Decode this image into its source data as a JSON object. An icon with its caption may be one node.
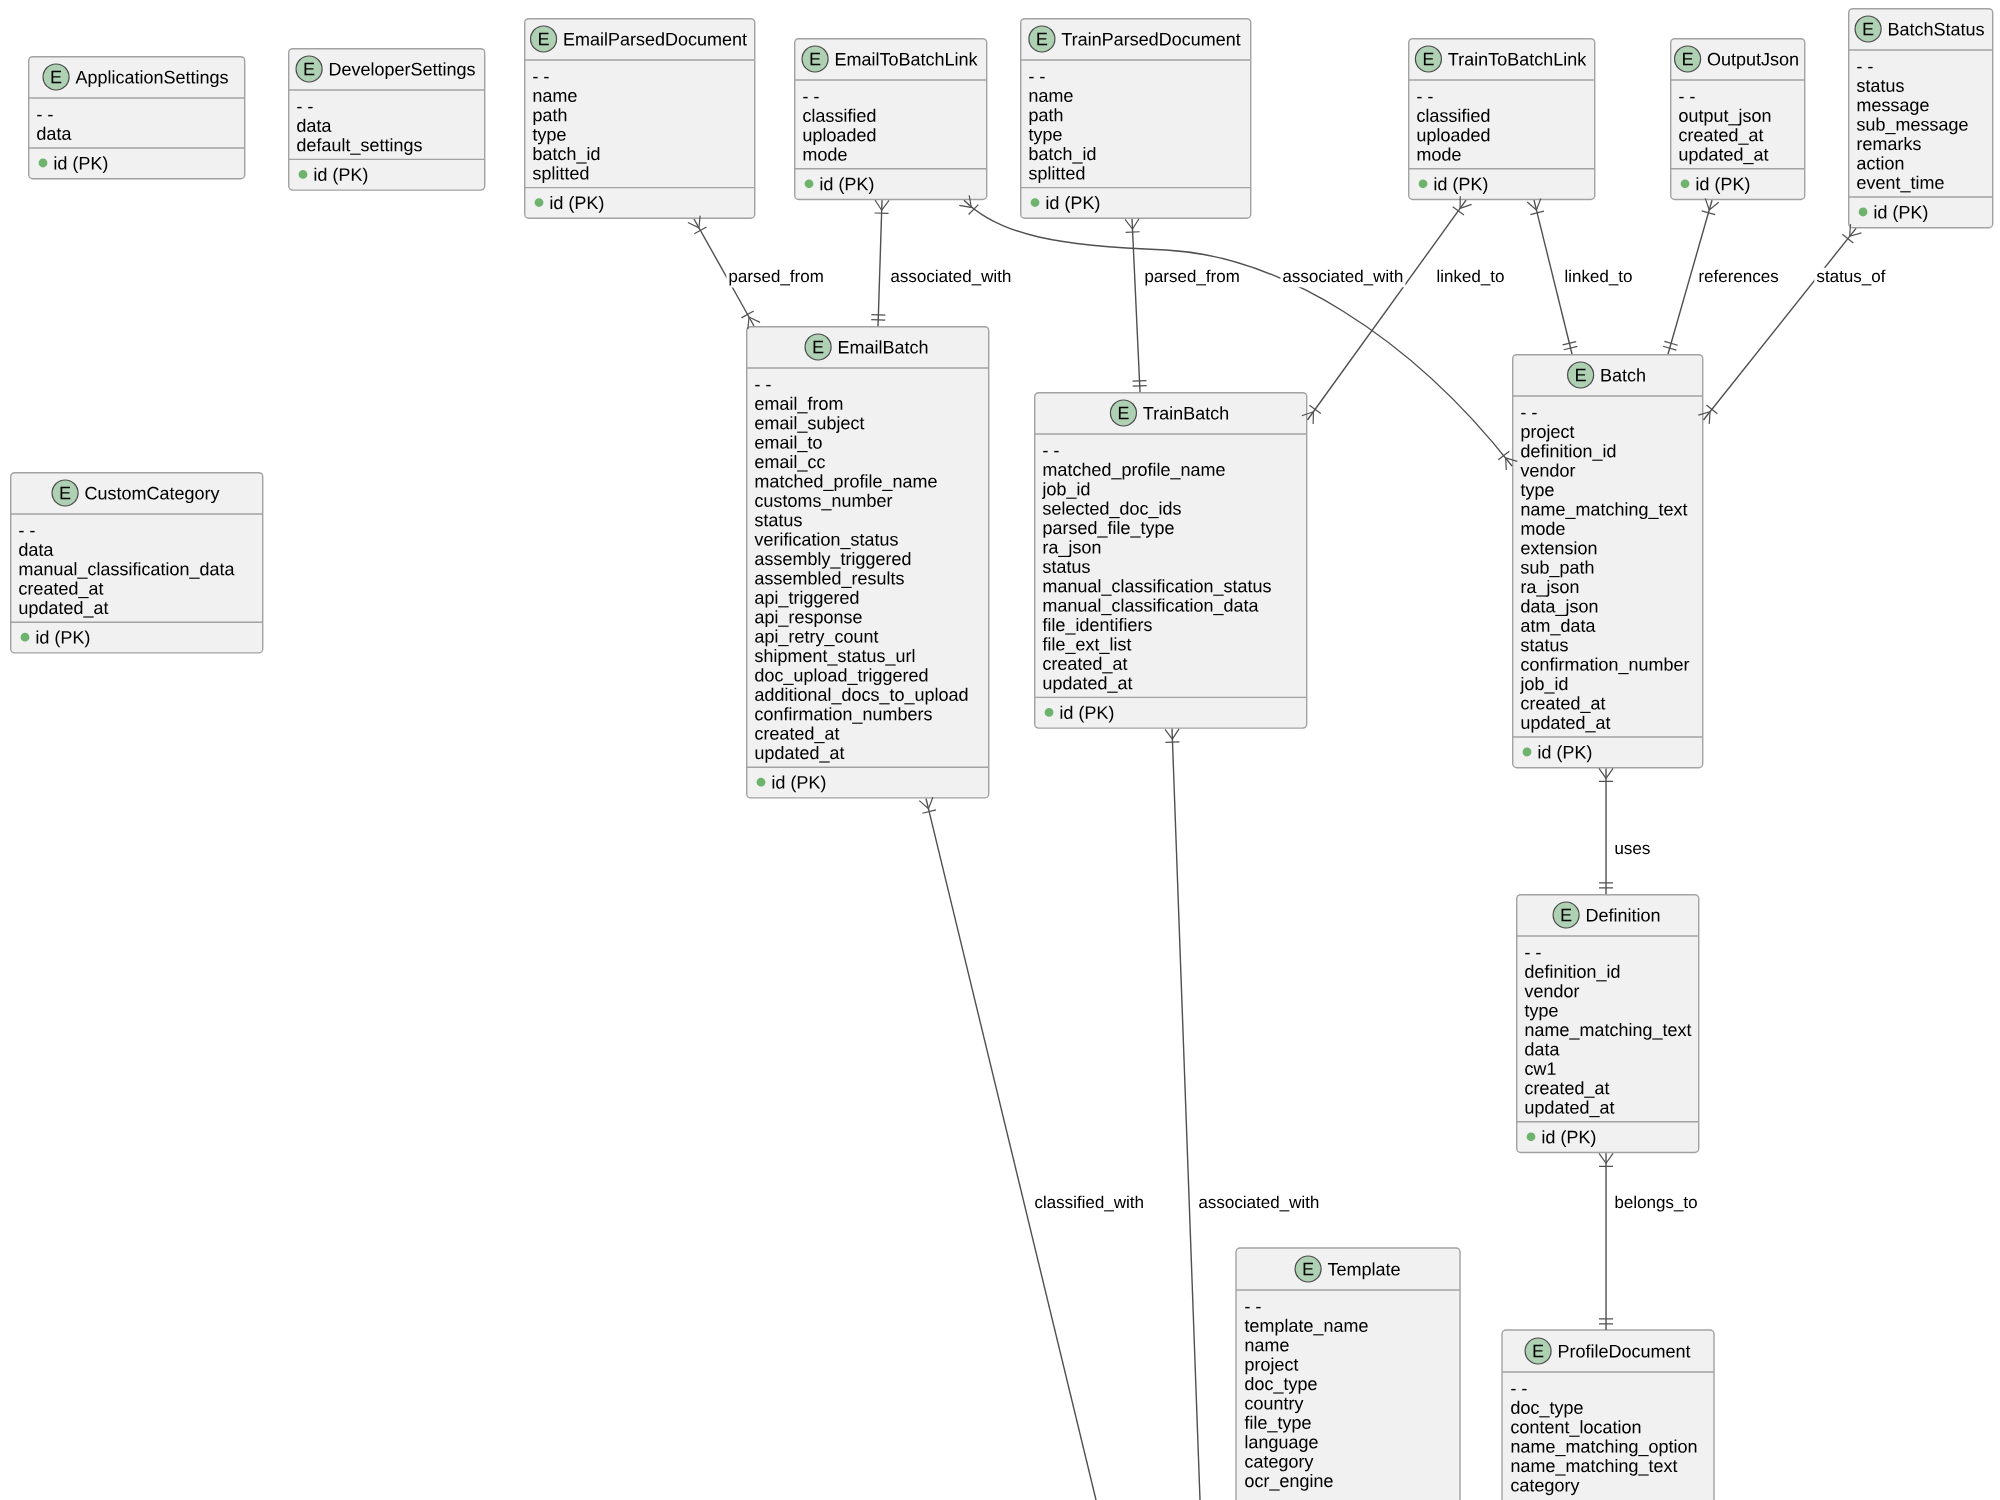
{
  "diagram": {
    "nodes": [
      {
        "text": [
          "E",
          "ApplicationSettings",
          "- -",
          "data",
          "id (PK)"
        ]
      },
      {
        "text": [
          "E",
          "DeveloperSettings",
          "- -",
          "data",
          "default_settings",
          "id (PK)"
        ]
      },
      {
        "text": [
          "E",
          "EmailParsedDocument",
          "- -",
          "name",
          "path",
          "type",
          "batch_id",
          "splitted",
          "id (PK)"
        ]
      },
      {
        "text": [
          "E",
          "EmailToBatchLink",
          "- -",
          "classified",
          "uploaded",
          "mode",
          "id (PK)"
        ]
      },
      {
        "text": [
          "E",
          "TrainParsedDocument",
          "- -",
          "name",
          "path",
          "type",
          "batch_id",
          "splitted",
          "id (PK)"
        ]
      },
      {
        "text": [
          "E",
          "TrainToBatchLink",
          "- -",
          "classified",
          "uploaded",
          "mode",
          "id (PK)"
        ]
      },
      {
        "text": [
          "E",
          "OutputJson",
          "- -",
          "output_json",
          "created_at",
          "updated_at",
          "id (PK)"
        ]
      },
      {
        "text": [
          "E",
          "BatchStatus",
          "- -",
          "status",
          "message",
          "sub_message",
          "remarks",
          "action",
          "event_time",
          "id (PK)"
        ]
      },
      {
        "text": [
          "E",
          "CustomCategory",
          "- -",
          "data",
          "manual_classification_data",
          "created_at",
          "updated_at",
          "id (PK)"
        ]
      },
      {
        "text": [
          "E",
          "EmailBatch",
          "- -",
          "email_from",
          "email_subject",
          "email_to",
          "email_cc",
          "matched_profile_name",
          "customs_number",
          "status",
          "verification_status",
          "assembly_triggered",
          "assembled_results",
          "api_triggered",
          "api_response",
          "api_retry_count",
          "shipment_status_url",
          "doc_upload_triggered",
          "additional_docs_to_upload",
          "confirmation_numbers",
          "created_at",
          "updated_at",
          "id (PK)"
        ]
      },
      {
        "text": [
          "E",
          "TrainBatch",
          "- -",
          "matched_profile_name",
          "job_id",
          "selected_doc_ids",
          "parsed_file_type",
          "ra_json",
          "status",
          "manual_classification_status",
          "manual_classification_data",
          "file_identifiers",
          "file_ext_list",
          "created_at",
          "updated_at",
          "id (PK)"
        ]
      },
      {
        "text": [
          "E",
          "Batch",
          "- -",
          "project",
          "definition_id",
          "vendor",
          "type",
          "name_matching_text",
          "mode",
          "extension",
          "sub_path",
          "ra_json",
          "data_json",
          "atm_data",
          "status",
          "confirmation_number",
          "job_id",
          "created_at",
          "updated_at",
          "id (PK)"
        ]
      },
      {
        "text": [
          "E",
          "Definition",
          "- -",
          "definition_id",
          "vendor",
          "type",
          "name_matching_text",
          "data",
          "cw1",
          "created_at",
          "updated_at",
          "id (PK)"
        ]
      },
      {
        "text": [
          "E",
          "Template",
          "- -",
          "template_name",
          "name",
          "project",
          "doc_type",
          "country",
          "file_type",
          "language",
          "category",
          "ocr_engine"
        ]
      },
      {
        "text": [
          "E",
          "ProfileDocument",
          "- -",
          "doc_type",
          "content_location",
          "name_matching_option",
          "name_matching_text",
          "category"
        ]
      }
    ],
    "edges": [
      {
        "from": 2,
        "to": 9,
        "arrow": "other",
        "label": "parsed_from"
      },
      {
        "from": 3,
        "to": 9,
        "arrow": "other",
        "label": "associated_with"
      },
      {
        "from": 3,
        "to": 11,
        "arrow": "other",
        "label": "associated_with"
      },
      {
        "from": 4,
        "to": 10,
        "arrow": "other",
        "label": "parsed_from"
      },
      {
        "from": 5,
        "to": 10,
        "arrow": "other",
        "label": "linked_to"
      },
      {
        "from": 5,
        "to": 11,
        "arrow": "other",
        "label": "linked_to"
      },
      {
        "from": 6,
        "to": 11,
        "arrow": "other",
        "label": "references"
      },
      {
        "from": 7,
        "to": 11,
        "arrow": "other",
        "label": "status_of"
      },
      {
        "from": 11,
        "to": 12,
        "arrow": "other",
        "label": "uses"
      },
      {
        "from": 12,
        "to": 14,
        "arrow": "other",
        "label": "belongs_to"
      },
      {
        "from": 9,
        "to": null,
        "arrow": "other",
        "label": "classified_with"
      },
      {
        "from": 10,
        "to": null,
        "arrow": "other",
        "label": "associated_with"
      }
    ]
  }
}
